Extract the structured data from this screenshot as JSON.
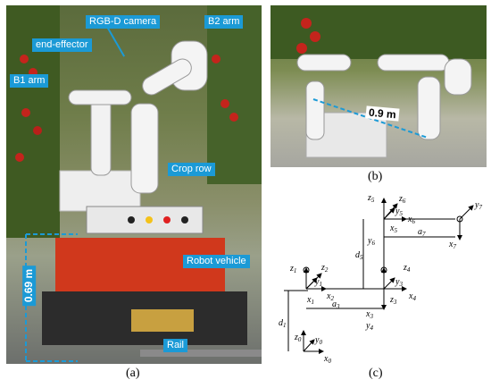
{
  "labels": {
    "rgbd_camera": "RGB-D camera",
    "b2_arm": "B2 arm",
    "end_effector": "end-effector",
    "b1_arm": "B1 arm",
    "crop_row": "Crop row",
    "robot_vehicle": "Robot vehicle",
    "rail": "Rail",
    "height": "0.69 m",
    "distance": "0.9 m"
  },
  "panels": {
    "a": "(a)",
    "b": "(b)",
    "c": "(c)"
  },
  "frames": {
    "z0": "z",
    "z0s": "0",
    "y0": "y",
    "y0s": "0",
    "x0": "x",
    "x0s": "0",
    "d1": "d",
    "d1s": "1",
    "z1": "z",
    "z1s": "1",
    "y1": "y",
    "y1s": "1",
    "x1": "x",
    "x1s": "1",
    "z2": "z",
    "z2s": "2",
    "x2": "x",
    "x2s": "2",
    "a3": "a",
    "a3s": "3",
    "z4": "z",
    "z4s": "4",
    "y3": "y",
    "y3s": "3",
    "x4": "x",
    "x4s": "4",
    "z3": "z",
    "z3s": "3",
    "x3": "x",
    "x3s": "3",
    "y4": "y",
    "y4s": "4",
    "d5": "d",
    "d5s": "5",
    "y6": "y",
    "y6s": "6",
    "z5": "z",
    "z5s": "5",
    "z6": "z",
    "z6s": "6",
    "y5": "y",
    "y5s": "5",
    "x5": "x",
    "x5s": "5",
    "x6": "x",
    "x6s": "6",
    "a7": "a",
    "a7s": "7",
    "y7": "y",
    "y7s": "7",
    "x7": "x",
    "x7s": "7"
  }
}
